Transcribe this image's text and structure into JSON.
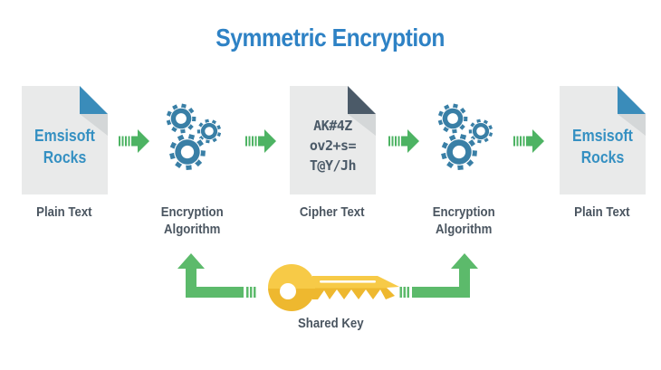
{
  "title": "Symmetric Encryption",
  "diagram": {
    "plain_doc": {
      "line1": "Emsisoft",
      "line2": "Rocks",
      "label": "Plain Text"
    },
    "cipher_doc": {
      "line1": "AK#4Z",
      "line2": "ov2+s=",
      "line3": "T@Y/Jh",
      "label": "Cipher Text"
    },
    "algorithm": {
      "label_line1": "Encryption",
      "label_line2": "Algorithm"
    },
    "key": {
      "label": "Shared Key"
    }
  },
  "colors": {
    "title_blue": "#2e82c5",
    "doc_text_blue": "#3590c2",
    "fold_blue": "#3a8cba",
    "cipher_slate": "#4b5a68",
    "gear_blue": "#397fa6",
    "arrow_green": "#4db363",
    "elbow_arrow_green": "#5cba6b",
    "key_yellow_light": "#f7ca47",
    "key_yellow_dark": "#eeb82f",
    "paper_gray": "#e9eaea",
    "fold_shadow_gray": "#d4d7d8",
    "label_gray": "#4a5560",
    "background": "#ffffff"
  }
}
